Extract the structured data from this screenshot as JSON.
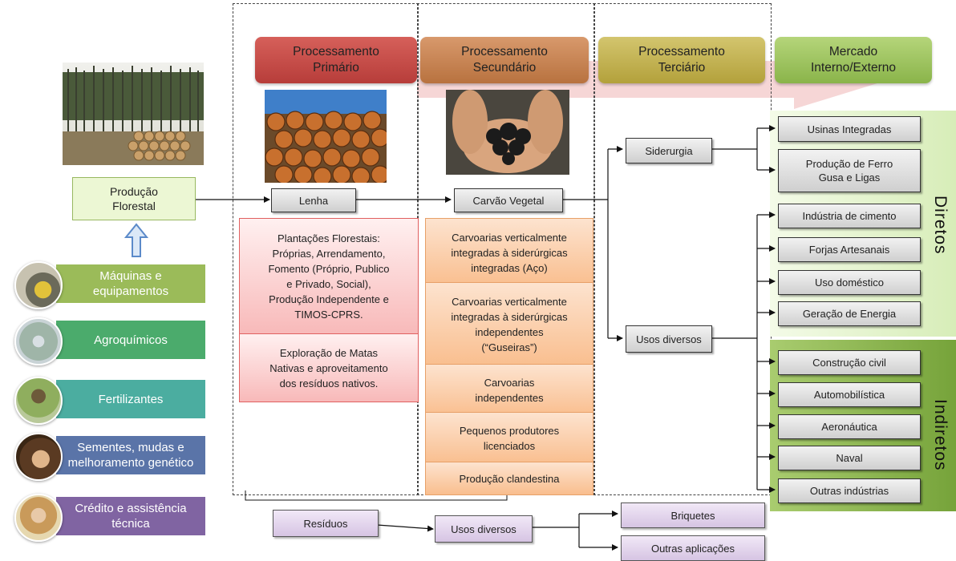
{
  "headers": {
    "primary": "Processamento\nPrimário",
    "secondary": "Processamento\nSecundário",
    "tertiary": "Processamento\nTerciário",
    "market": "Mercado\nInterno/Externo"
  },
  "producao_florestal": "Produção\nFlorestal",
  "chain": {
    "lenha": "Lenha",
    "carvao": "Carvão Vegetal",
    "siderurgia": "Siderurgia",
    "usos_diversos": "Usos diversos"
  },
  "primary_boxes": [
    "Plantações Florestais:\nPróprias, Arrendamento,\nFomento (Próprio, Publico\ne Privado, Social),\nProdução Independente e\nTIMOS-CPRS.",
    "Exploração de Matas\nNativas e aproveitamento\ndos resíduos nativos."
  ],
  "secondary_boxes": [
    "Carvoarias verticalmente\nintegradas à siderúrgicas\nintegradas (Aço)",
    "Carvoarias verticalmente\nintegradas à siderúrgicas\nindependentes\n(“Guseiras”)",
    "Carvoarias\nindependentes",
    "Pequenos produtores\nlicenciados",
    "Produção clandestina"
  ],
  "market_direct": [
    "Usinas Integradas",
    "Produção de Ferro\nGusa e Ligas",
    "Indústria de cimento",
    "Forjas Artesanais",
    "Uso doméstico",
    "Geração de Energia"
  ],
  "market_indirect": [
    "Construção civil",
    "Automobilística",
    "Aeronáutica",
    "Naval",
    "Outras indústrias"
  ],
  "labels": {
    "direct": "Diretos",
    "indirect": "Indiretos"
  },
  "residues": {
    "residuos": "Resíduos",
    "usos": "Usos diversos",
    "briquetes": "Briquetes",
    "outras": "Outras aplicações"
  },
  "sidebar": [
    {
      "label": "Máquinas e\nequipamentos",
      "color": "#9bbb59"
    },
    {
      "label": "Agroquímicos",
      "color": "#4bab6c"
    },
    {
      "label": "Fertilizantes",
      "color": "#4bada0"
    },
    {
      "label": "Sementes, mudas e\nmelhoramento genético",
      "color": "#5a74a8"
    },
    {
      "label": "Crédito e assistência\ntécnica",
      "color": "#8064a2"
    }
  ]
}
